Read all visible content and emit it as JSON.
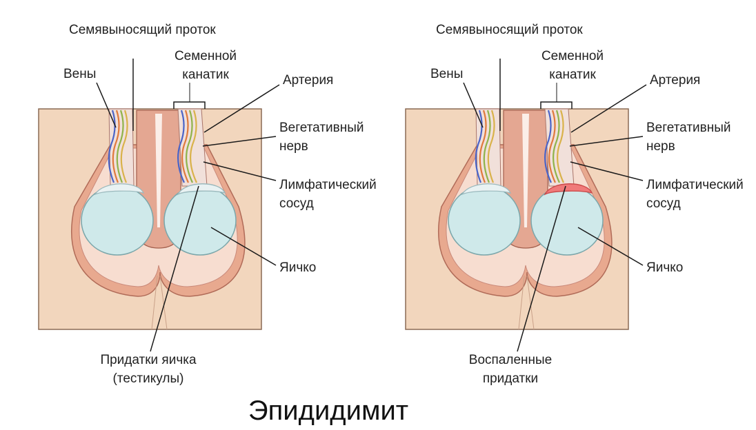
{
  "colors": {
    "skin": "#f2d6bd",
    "skin_border": "#8a6a55",
    "scrotum_layer": "#e8a98f",
    "inner_layer": "#f7ddd0",
    "testis": "#cfe9ea",
    "epididymis": "#e9f2f3",
    "inflamed": "#f07a7a",
    "leader": "#1a1a1a"
  },
  "panels": [
    {
      "vas_deferens": "Семявыносящий проток",
      "veins": "Вены",
      "spermatic_cord": "Семенной канатик",
      "artery": "Артерия",
      "nerve": "Вегетативный нерв",
      "lymph": "Лимфатический сосуд",
      "testis": "Яичко",
      "epididymis": "Придатки яичка (тестикулы)",
      "inflamed": false
    },
    {
      "vas_deferens": "Семявыносящий проток",
      "veins": "Вены",
      "spermatic_cord": "Семенной канатик",
      "artery": "Артерия",
      "nerve": "Вегетативный нерв",
      "lymph": "Лимфатический сосуд",
      "testis": "Яичко",
      "epididymis": "Воспаленные придатки",
      "inflamed": true
    }
  ],
  "title": "Эпидидимит"
}
